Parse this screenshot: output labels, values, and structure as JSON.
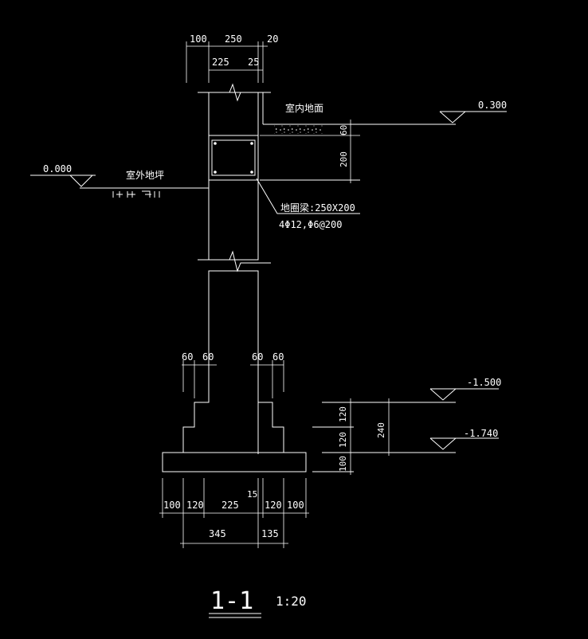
{
  "drawing": {
    "top_dims_row1": [
      "100",
      "250",
      "20"
    ],
    "top_dims_row2": [
      "225",
      "25"
    ],
    "indoor_floor_label": "室内地面",
    "elev_indoor": "0.300",
    "dim_60": "60",
    "dim_200": "200",
    "elev_outdoor": "0.000",
    "outdoor_ground_label": "室外地坪",
    "beam_label": "地圈梁:250X200",
    "beam_rebar": "4Φ12,Φ6@200",
    "step_dims": [
      "60",
      "60",
      "60",
      "60"
    ],
    "elev_step": "-1.500",
    "elev_bottom": "-1.740",
    "right_dims": [
      "120",
      "120",
      "100"
    ],
    "right_total": "240",
    "bottom_dims_row1": [
      "100",
      "120",
      "225",
      "120",
      "100"
    ],
    "small_dim": "15",
    "bottom_dims_row2": [
      "345",
      "135"
    ],
    "section_title": "1-1",
    "scale": "1:20"
  }
}
